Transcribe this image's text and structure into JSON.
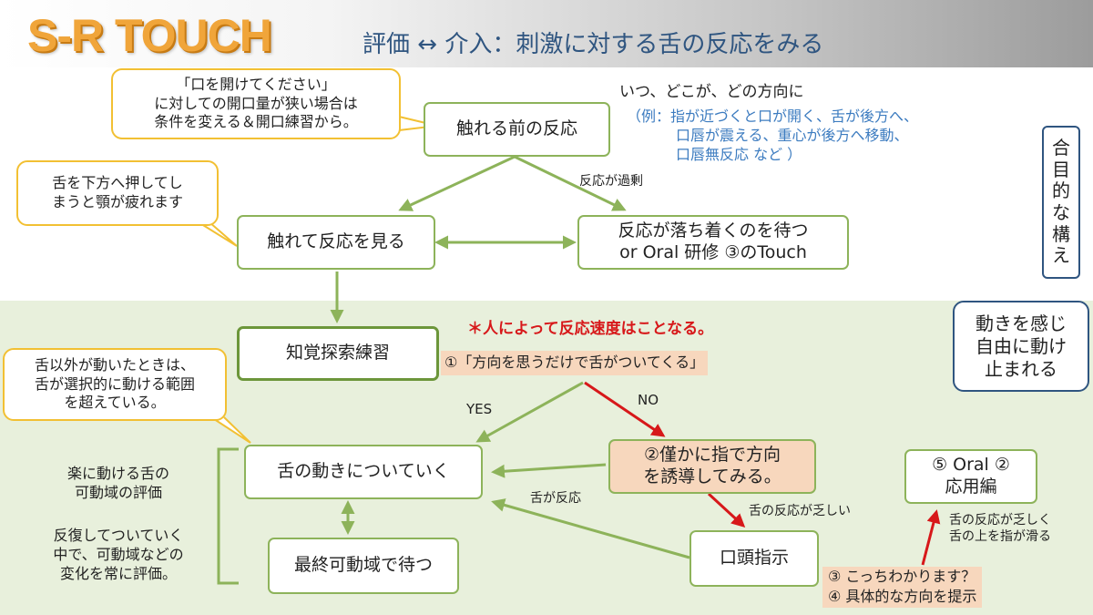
{
  "header": {
    "logo": "S-R TOUCH",
    "headline": "評価 ↔ 介入：刺激に対する舌の反応をみる"
  },
  "nodes": {
    "before_touch": "触れる前の反応",
    "touch_observe": "触れて反応を見る",
    "wait_calm_line1": "反応が落ち着くのを待つ",
    "wait_calm_line2": "or Oral 研修 ③のTouch",
    "perception": "知覚探索練習",
    "follow_tongue": "舌の動きについていく",
    "final_range": "最終可動域で待つ",
    "guide_line1": "②僅かに指で方向",
    "guide_line2": "を誘導してみる。",
    "verbal": "口頭指示",
    "oral2_line1": "⑤ Oral ②",
    "oral2_line2": "応用編",
    "move_line1": "動きを感じ",
    "move_line2": "自由に動け",
    "move_line3": "止まれる",
    "purposeful": [
      "合",
      "目",
      "的",
      "な",
      "構",
      "え"
    ]
  },
  "bubbles": {
    "open_mouth": [
      "「口を開けてください」",
      "に対しての開口量が狭い場合は",
      "条件を変える＆開口練習から。"
    ],
    "push_down": [
      "舌を下方へ押してし",
      "まうと顎が疲れます"
    ],
    "other_parts": [
      "舌以外が動いたときは、",
      "舌が選択的に動ける範囲",
      "を超えている。"
    ]
  },
  "notes": {
    "when_where": "いつ、どこが、どの方向に",
    "example": [
      "（例：指が近づくと口が開く、舌が後方へ、",
      "口唇が震える、重心が後方へ移動、",
      "口唇無反応 など ）"
    ],
    "overreact": "反応が過剰",
    "speed_diff": "＊人によって反応速度はことなる。",
    "step1": "①「方向を思うだけで舌がついてくる」",
    "yes": "YES",
    "no": "NO",
    "tongue_reacts": "舌が反応",
    "poor_reaction": "舌の反応が乏しい",
    "poor_slip": [
      "舌の反応が乏しく",
      "舌の上を指が滑る"
    ],
    "step3": "③ こっちわかります？",
    "step4": "④ 具体的な方向を提示",
    "eval_range": [
      "楽に動ける舌の",
      "可動域の評価"
    ],
    "repeat_follow": [
      "反復してついていく",
      "中で、可動域などの",
      "変化を常に評価。"
    ]
  },
  "colors": {
    "accent_green": "#8db35a",
    "arrow_red": "#d7181a",
    "title_blue": "#2f5580",
    "logo_orange": "#f0a53a",
    "bubble_yellow": "#f2c033",
    "highlight_peach": "#f7d7bd",
    "lower_bg": "#e8f0dc"
  }
}
